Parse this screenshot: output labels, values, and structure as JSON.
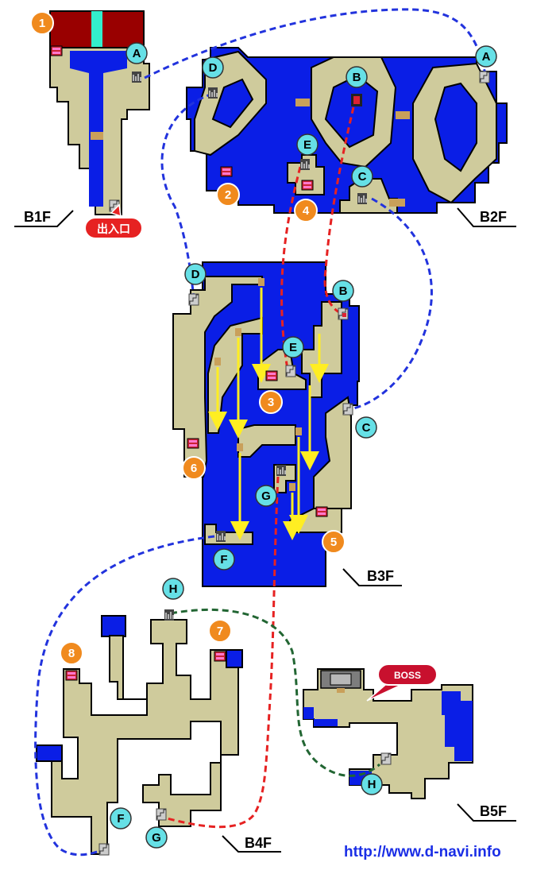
{
  "floors": [
    {
      "id": "b1f",
      "label": "B1F"
    },
    {
      "id": "b2f",
      "label": "B2F"
    },
    {
      "id": "b3f",
      "label": "B3F"
    },
    {
      "id": "b4f",
      "label": "B4F"
    },
    {
      "id": "b5f",
      "label": "B5F"
    }
  ],
  "entrance_label": "出入口",
  "boss_label": "BOSS",
  "treasure_numbers": [
    "1",
    "2",
    "3",
    "4",
    "5",
    "6",
    "7",
    "8"
  ],
  "stairs": {
    "a": "A",
    "b": "B",
    "c": "C",
    "d": "D",
    "e": "E",
    "f": "F",
    "g": "G",
    "h": "H"
  },
  "source_url": "http://www.d-navi.info",
  "colors": {
    "floor": "#cfcb9c",
    "water": "#0a1ee6",
    "outline": "#000000",
    "link_blue": "#2233dd",
    "link_red": "#e62222",
    "link_green": "#226633",
    "arrow": "#ffee22",
    "marker_cyan": "#66e0e6",
    "marker_orange": "#f08a1e",
    "wall_dark_red": "#990000"
  }
}
